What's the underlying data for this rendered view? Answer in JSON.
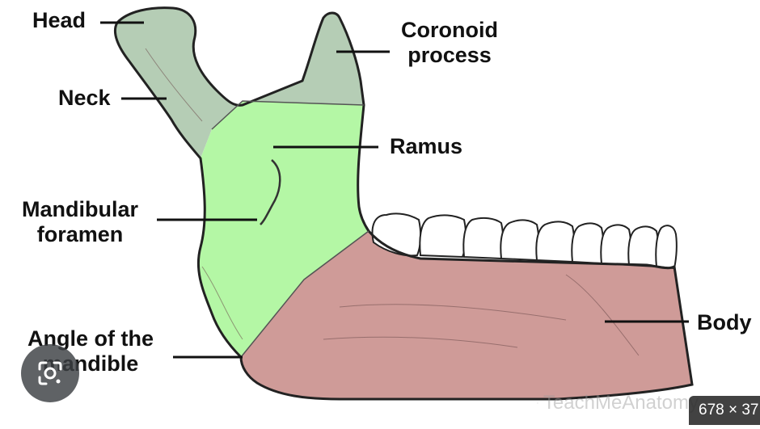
{
  "labels": {
    "head": "Head",
    "coronoid_line1": "Coronoid",
    "coronoid_line2": "process",
    "neck": "Neck",
    "ramus": "Ramus",
    "mandibular_line1": "Mandibular",
    "mandibular_line2": "foramen",
    "body": "Body",
    "angle_line1": "Angle of the",
    "angle_line2": "mandible"
  },
  "badge": {
    "size_text": "678 × 37"
  },
  "watermark": {
    "text": "TeachMeAnatomy"
  },
  "colors": {
    "condyle_region": "#b5cdb5",
    "ramus_region": "#b4f7a5",
    "body_region": "#cf9b98",
    "teeth": "#ffffff",
    "outline": "#222222"
  },
  "icons": {
    "lens": "google-lens-icon",
    "watermark": "copyright-icon"
  }
}
